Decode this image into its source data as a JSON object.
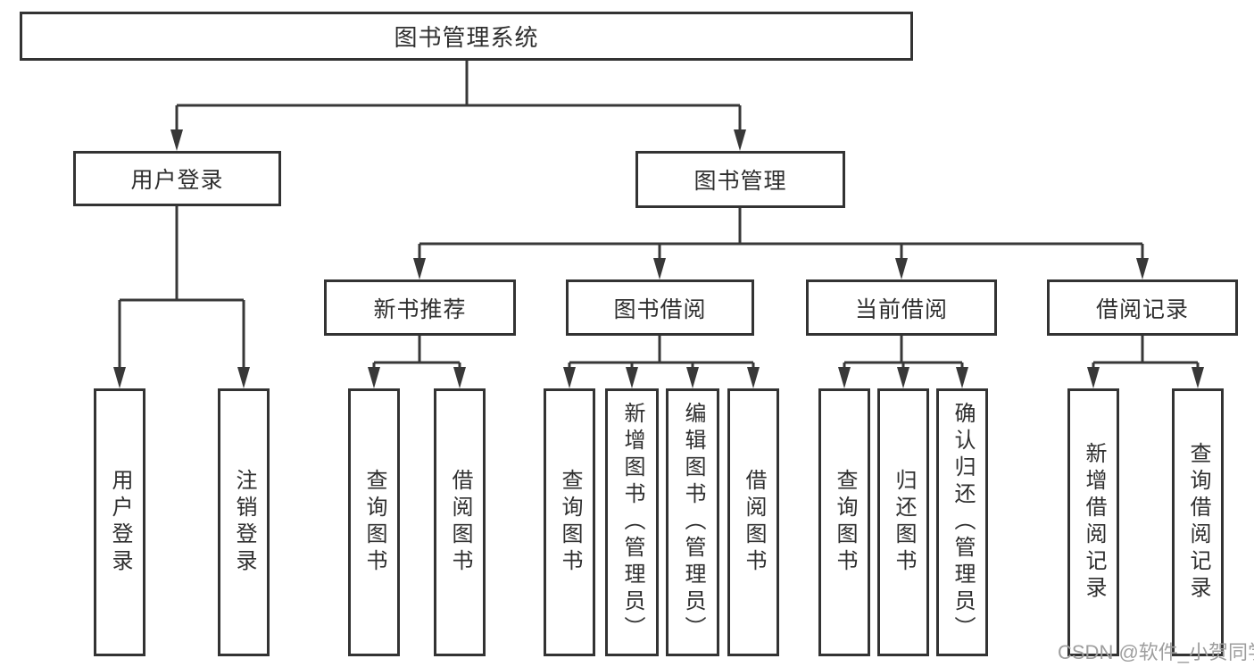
{
  "nodes": {
    "root": {
      "label": "图书管理系统"
    },
    "user_login": {
      "label": "用户登录"
    },
    "book_mgmt": {
      "label": "图书管理"
    },
    "new_book_rec": {
      "label": "新书推荐"
    },
    "book_borrow": {
      "label": "图书借阅"
    },
    "current_borrow": {
      "label": "当前借阅"
    },
    "borrow_records": {
      "label": "借阅记录"
    },
    "user_login_leaf": {
      "label": "用户登录"
    },
    "logout_leaf": {
      "label": "注销登录"
    },
    "rec_query_books": {
      "label": "查询图书"
    },
    "rec_borrow_books": {
      "label": "借阅图书"
    },
    "bor_query_books": {
      "label": "查询图书"
    },
    "bor_add_books": {
      "label": "新增图书（管理员）"
    },
    "bor_edit_books": {
      "label": "编辑图书（管理员）"
    },
    "bor_borrow_books": {
      "label": "借阅图书"
    },
    "cur_query_books": {
      "label": "查询图书"
    },
    "cur_return_books": {
      "label": "归还图书"
    },
    "cur_confirm_return": {
      "label": "确认归还（管理员）"
    },
    "log_add_record": {
      "label": "新增借阅记录"
    },
    "log_query_record": {
      "label": "查询借阅记录"
    }
  },
  "hierarchy": {
    "图书管理系统": {
      "用户登录": [
        "用户登录",
        "注销登录"
      ],
      "图书管理": {
        "新书推荐": [
          "查询图书",
          "借阅图书"
        ],
        "图书借阅": [
          "查询图书",
          "新增图书（管理员）",
          "编辑图书（管理员）",
          "借阅图书"
        ],
        "当前借阅": [
          "查询图书",
          "归还图书",
          "确认归还（管理员）"
        ],
        "借阅记录": [
          "新增借阅记录",
          "查询借阅记录"
        ]
      }
    }
  },
  "watermark": {
    "text": "CSDN @软件_小贺同学"
  },
  "colors": {
    "line": "#383838",
    "box_border": "#333333",
    "text": "#2f2f2f",
    "watermark": "#9e9e9e",
    "background": "#ffffff"
  }
}
